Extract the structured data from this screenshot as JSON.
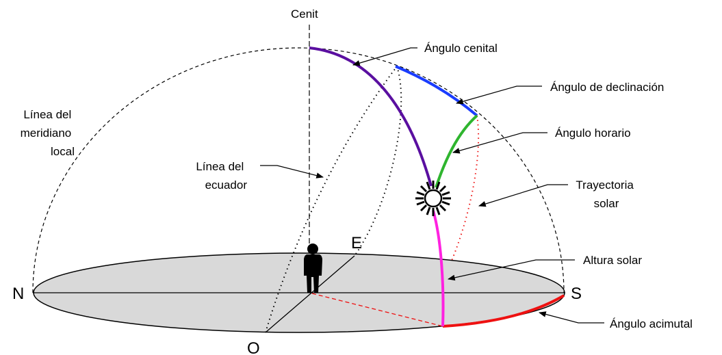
{
  "labels": {
    "zenith": "Cenit",
    "local_meridian": [
      "Línea del",
      "meridiano",
      "local"
    ],
    "equator": [
      "Línea del",
      "ecuador"
    ],
    "zenith_angle": "Ángulo cenital",
    "declination_angle": "Ángulo de declinación",
    "hour_angle": "Ángulo horario",
    "solar_path": [
      "Trayectoria",
      "solar"
    ],
    "solar_altitude": "Altura solar",
    "azimuth_angle": "Ángulo acimutal"
  },
  "compass": {
    "north": "N",
    "south": "S",
    "east": "E",
    "west": "O"
  },
  "colors": {
    "zenith_angle_arc": "#5a0fa0",
    "declination_arc": "#1a3cff",
    "hour_angle_arc": "#2fb52f",
    "solar_altitude_arc": "#ff22e0",
    "azimuth_arc": "#ee1111",
    "ground_plane": "#d9d9d9"
  }
}
